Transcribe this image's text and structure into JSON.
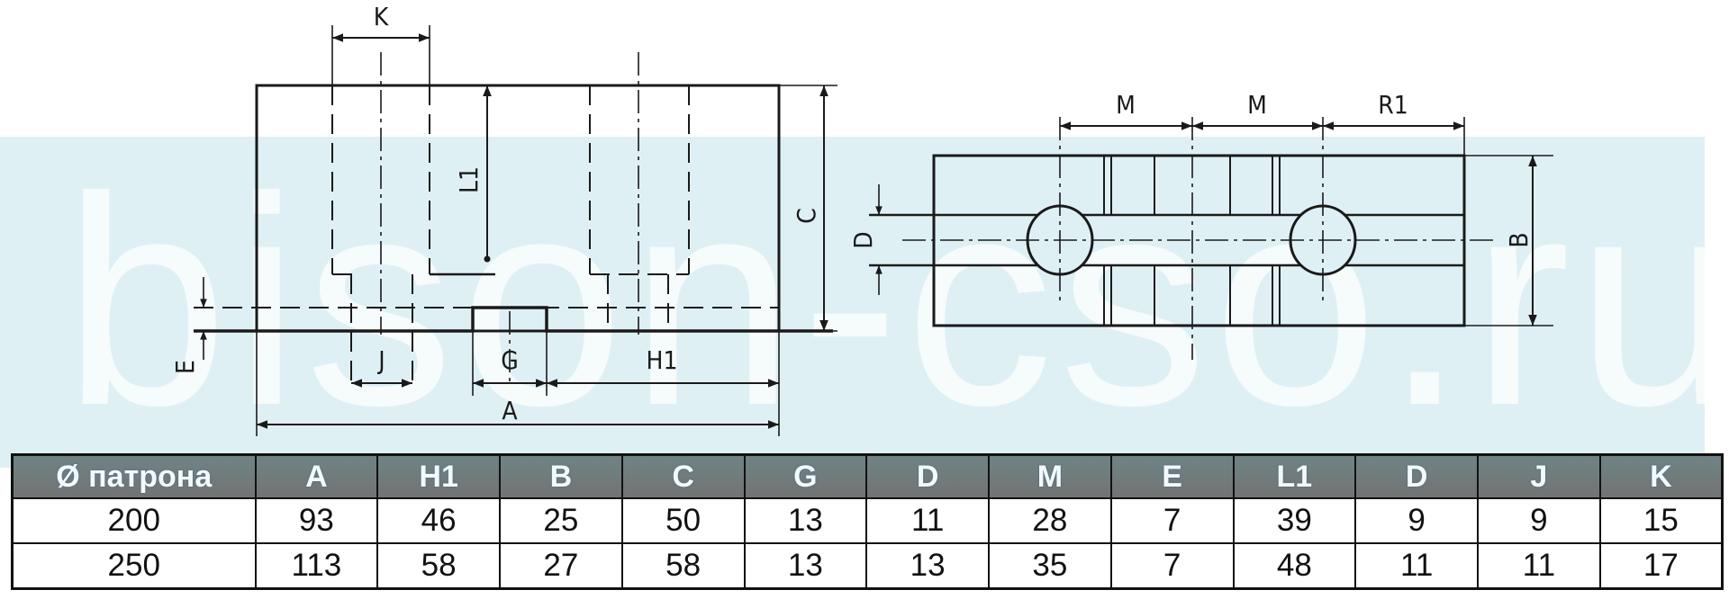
{
  "watermark": "bison-cso.ru",
  "drawing": {
    "front_view_labels": {
      "K": "K",
      "L1": "L1",
      "C": "C",
      "E": "E",
      "J": "J",
      "G": "G",
      "H1": "H1",
      "A": "A"
    },
    "side_view_labels": {
      "M_left": "M",
      "M_right": "M",
      "R1": "R1",
      "D": "D",
      "B": "B"
    }
  },
  "table": {
    "headers": [
      "Ø патрона",
      "A",
      "H1",
      "B",
      "C",
      "G",
      "D",
      "M",
      "E",
      "L1",
      "D",
      "J",
      "K"
    ],
    "rows": [
      [
        "200",
        "93",
        "46",
        "25",
        "50",
        "13",
        "11",
        "28",
        "7",
        "39",
        "9",
        "9",
        "15"
      ],
      [
        "250",
        "113",
        "58",
        "27",
        "58",
        "13",
        "13",
        "35",
        "7",
        "48",
        "11",
        "11",
        "17"
      ]
    ]
  },
  "colors": {
    "band": "#dff0f5",
    "header_bg": "#737373",
    "header_text": "#f4f8fb",
    "line": "#1a1a1a"
  }
}
